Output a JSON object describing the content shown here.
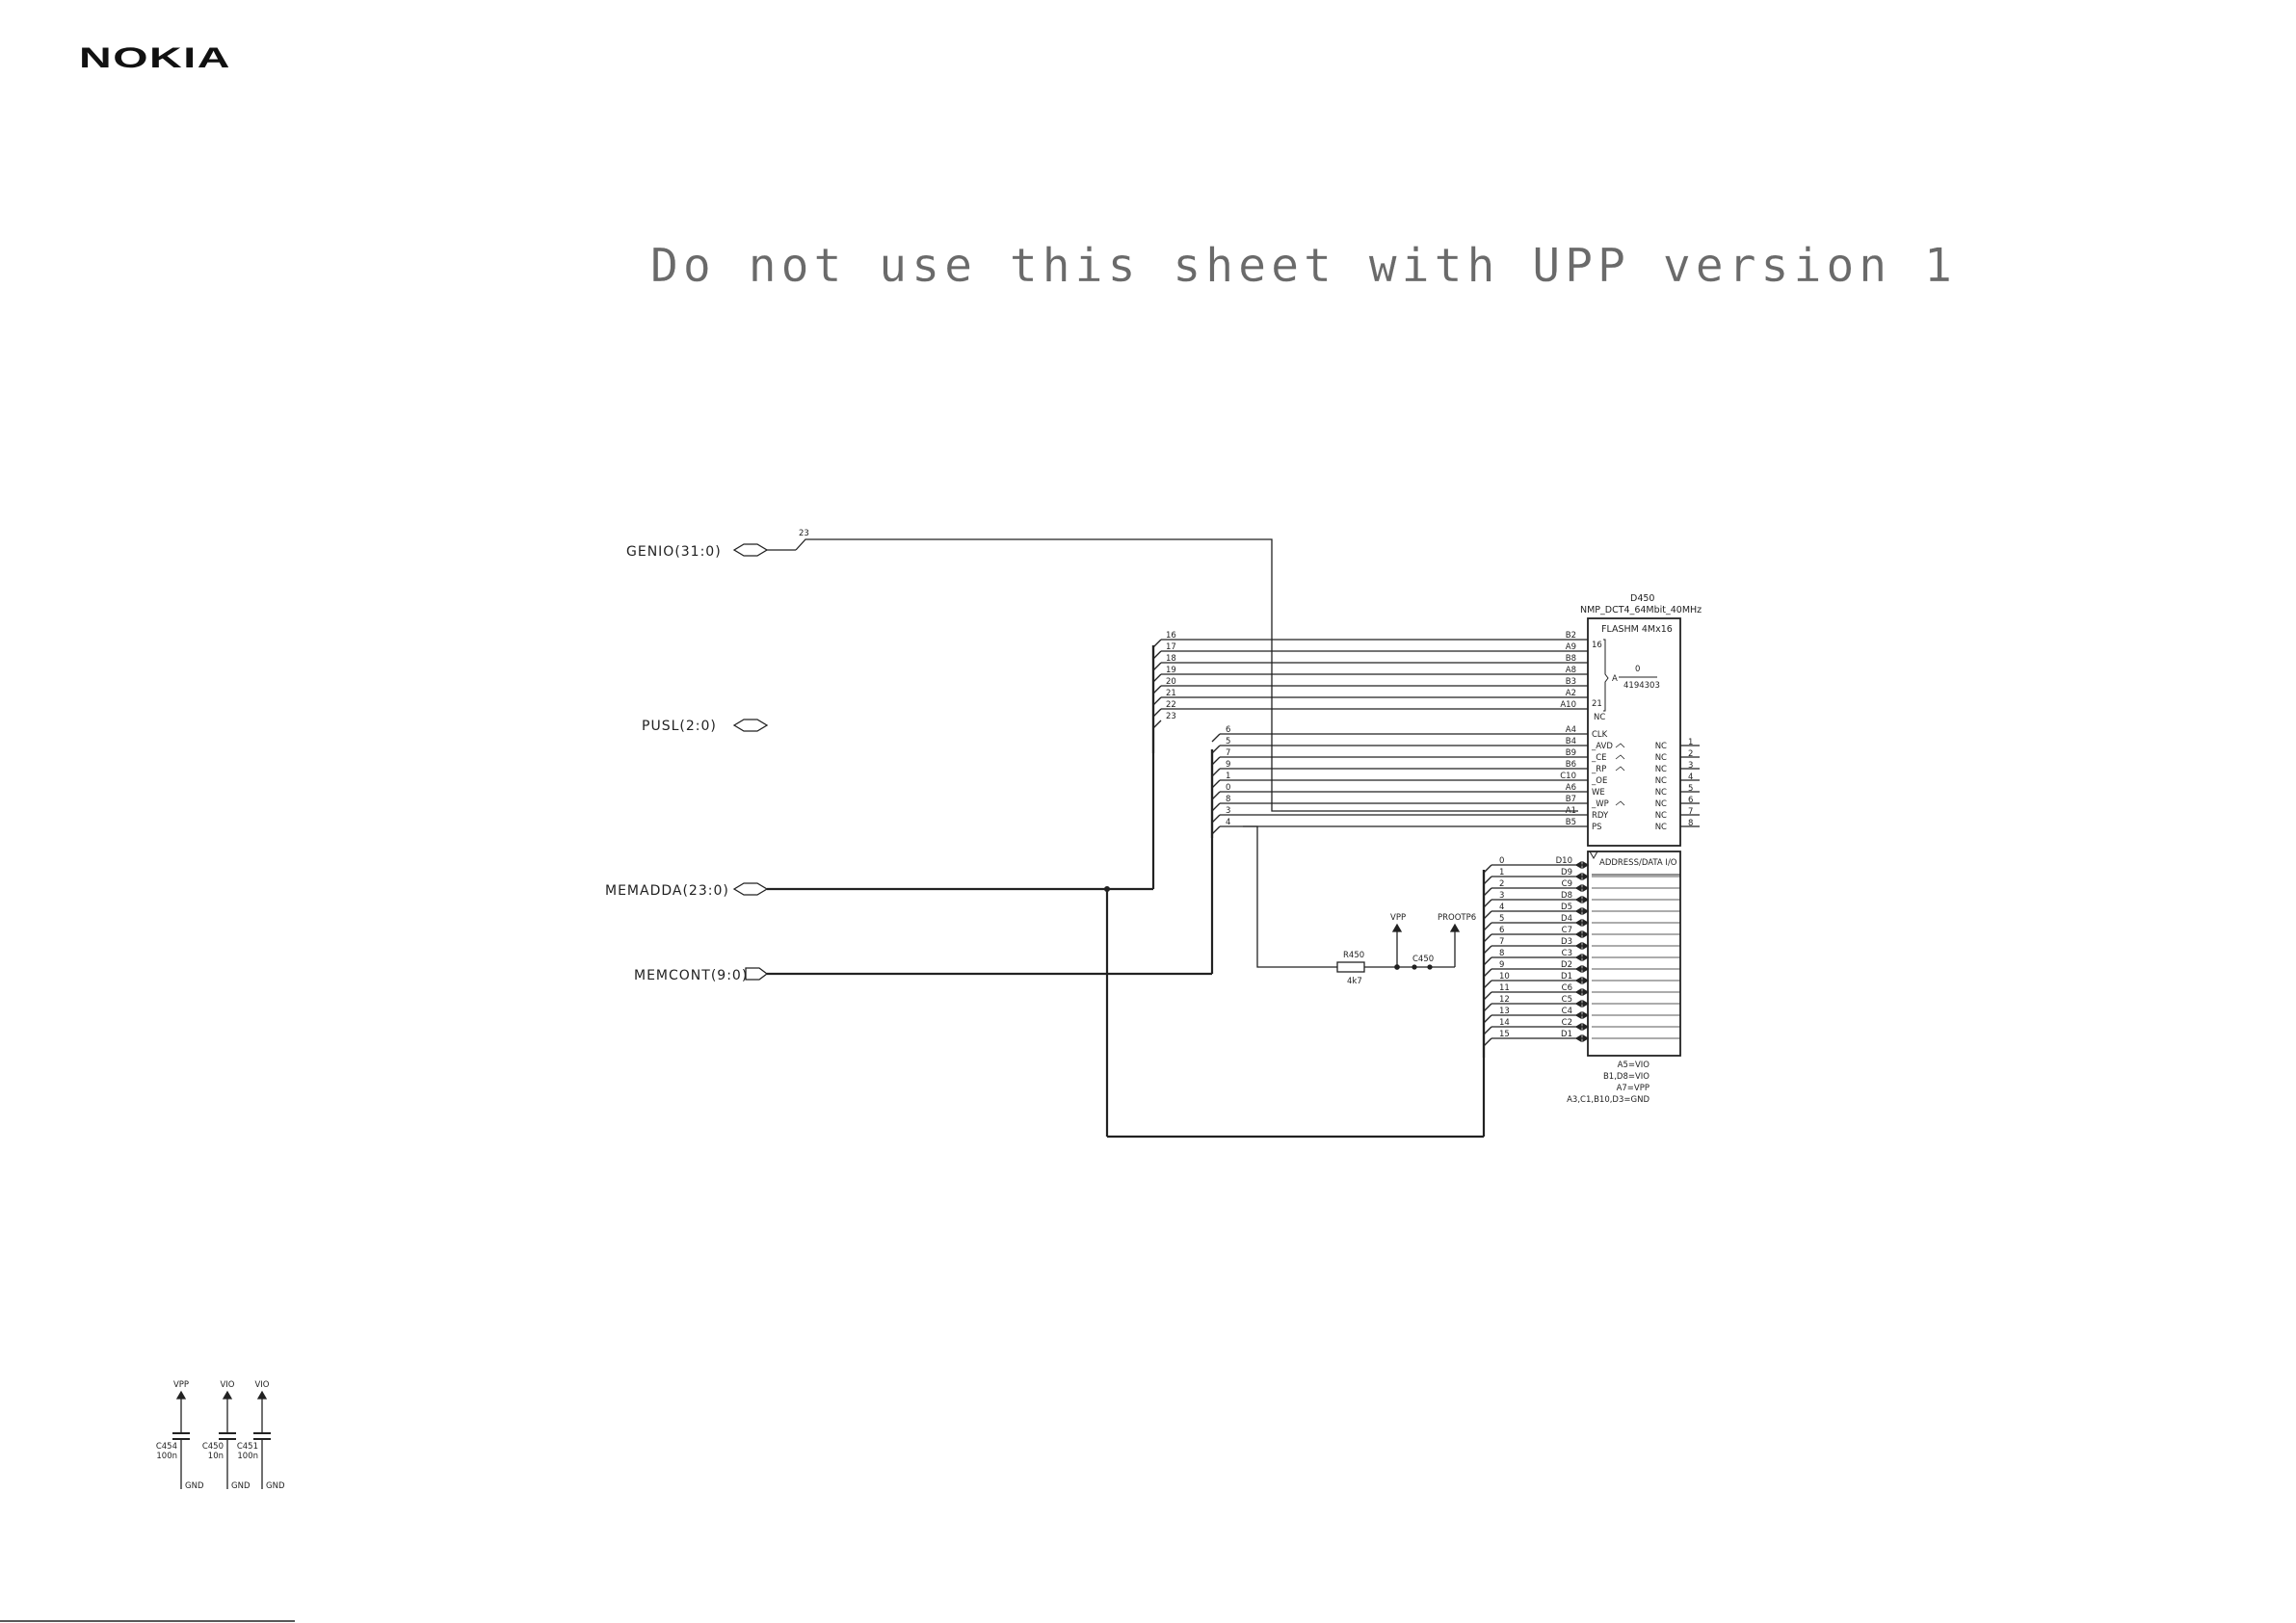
{
  "header": {
    "logo": "NOKIA",
    "warning": "Do not use this sheet with UPP version 1"
  },
  "ports": [
    {
      "label": "GENIO(31:0)"
    },
    {
      "label": "PUSL(2:0)"
    },
    {
      "label": "MEMADDA(23:0)"
    },
    {
      "label": "MEMCONT(9:0)"
    }
  ],
  "genio_bit": "23",
  "address_bus": {
    "bits": [
      "16",
      "17",
      "18",
      "19",
      "20",
      "21",
      "22",
      "23"
    ],
    "pins": [
      "B2",
      "A9",
      "B8",
      "A8",
      "B3",
      "A2",
      "A10"
    ]
  },
  "control_bus": {
    "bits": [
      "6",
      "5",
      "7",
      "9",
      "1",
      "0",
      "8",
      "3",
      "4"
    ],
    "pins": [
      "A4",
      "B4",
      "B9",
      "B6",
      "C10",
      "A6",
      "B7",
      "A1",
      "B5"
    ],
    "signals": [
      "CLK",
      "_AVD",
      "_CE",
      "_RP",
      "_OE",
      "WE",
      "_WP",
      "RDY",
      "PS"
    ]
  },
  "data_bus": {
    "bits": [
      "0",
      "1",
      "2",
      "3",
      "4",
      "5",
      "6",
      "7",
      "8",
      "9",
      "10",
      "11",
      "12",
      "13",
      "14",
      "15"
    ],
    "pins": [
      "D10",
      "D9",
      "C9",
      "D8",
      "D5",
      "D4",
      "C7",
      "D3",
      "C3",
      "D2",
      "D1",
      "C6",
      "C5",
      "C4",
      "C2",
      "D1"
    ]
  },
  "chip": {
    "ref": "D450",
    "part": "NMP_DCT4_64Mbit_40MHz",
    "type": "FLASHM 4Mx16",
    "range_start": "16",
    "range_end": "21",
    "addr_label": "A",
    "addr_low": "0",
    "addr_high": "4194303",
    "nc_pin_label": "NC",
    "nc_label": "NC",
    "nc_numbers": [
      "1",
      "2",
      "3",
      "4",
      "5",
      "6",
      "7",
      "8"
    ],
    "data_label": "ADDRESS/DATA I/O",
    "power_notes": [
      "A5=VIO",
      "B1,D8=VIO",
      "A7=VPP",
      "A3,C1,B10,D3=GND"
    ]
  },
  "resistor": {
    "ref": "R450",
    "value": "4k7"
  },
  "testpoint": {
    "ref": "C450",
    "vpp": "VPP",
    "net": "PROOTP6"
  },
  "decoupling": {
    "supplies": [
      "VPP",
      "VIO",
      "VIO"
    ],
    "caps": [
      {
        "ref": "C454",
        "value": "100n"
      },
      {
        "ref": "C450",
        "value": "10n"
      },
      {
        "ref": "C451",
        "value": "100n"
      }
    ],
    "ground": "GND"
  },
  "colors": {
    "ink": "#222222",
    "warning": "#6a6a6a"
  }
}
